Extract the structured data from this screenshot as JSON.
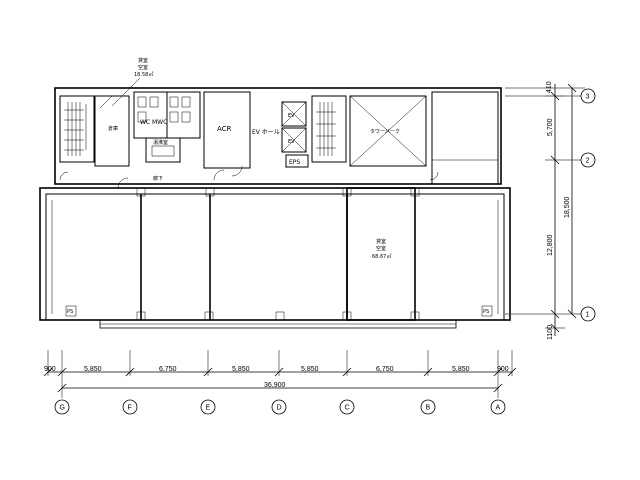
{
  "rooms": {
    "storage_label": "倉庫",
    "wc1_label": "WC",
    "wc2_label": "MWC",
    "acr_label": "ACR",
    "ev_hall_label": "EV ホール",
    "ev_label": "EV",
    "eps_label": "EPS",
    "corridor_label": "廊下",
    "kyutou_label": "湯沸室",
    "tower_label": "タワーパーク",
    "ps_label": "PS"
  },
  "vacancy_small": {
    "line1": "貸室",
    "line2": "空室",
    "area": "18.58㎡"
  },
  "vacancy_large": {
    "line1": "貸室",
    "line2": "空室",
    "area": "68.67㎡"
  },
  "dims_horizontal": {
    "left_edge": "900",
    "right_edge": "900",
    "spans": [
      "5,850",
      "6,750",
      "5,850",
      "5,850",
      "6,750",
      "5,850"
    ],
    "total": "36,900"
  },
  "dims_vertical": {
    "top_edge": "410",
    "span_upper": "5,700",
    "span_lower": "12,800",
    "total": "18,500",
    "bottom_edge": "1100"
  },
  "grid_columns": [
    "G",
    "F",
    "E",
    "D",
    "C",
    "B",
    "A"
  ],
  "grid_rows": [
    "3",
    "2",
    "1"
  ]
}
